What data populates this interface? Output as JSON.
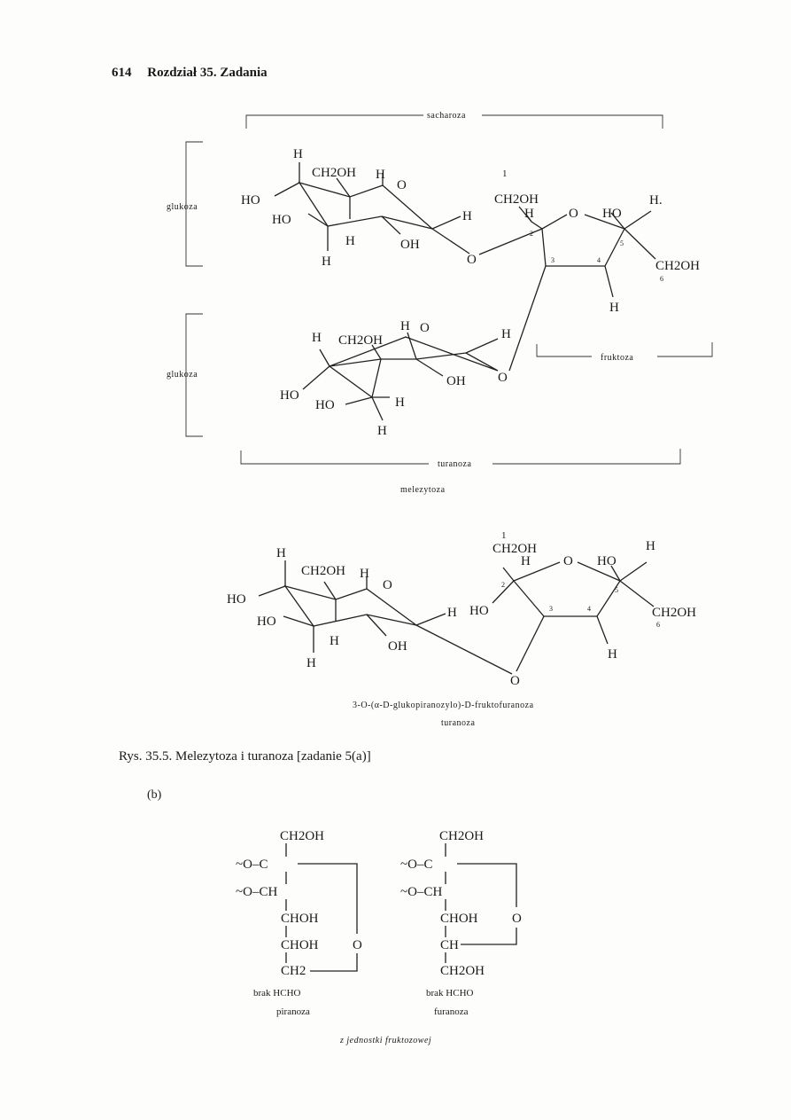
{
  "header": {
    "page_number": "614",
    "chapter": "Rozdział 35. Zadania"
  },
  "fig1": {
    "label_sacharoza": "sacharoza",
    "label_glukoza_top": "glukoza",
    "label_glukoza_bottom": "glukoza",
    "label_fruktoza": "fruktoza",
    "label_turanoza": "turanoza",
    "title": "melezytoza",
    "atoms": {
      "h": "H",
      "ho": "HO",
      "oh": "OH",
      "o": "O",
      "ch2oh": "CH2OH",
      "h_dot": "H.",
      "n1": "1",
      "n2": "2",
      "n3": "3",
      "n4": "4",
      "n5": "5",
      "n6": "6"
    }
  },
  "fig2": {
    "name_line": "3-O-(α-D-glukopiranozylo)-D-fruktofuranoza",
    "title": "turanoza"
  },
  "caption": "Rys. 35.5. Melezytoza i turanoza [zadanie 5(a)]",
  "part_b": {
    "label": "(b)",
    "left": {
      "rows": [
        "CH2OH",
        "~O–C",
        "~O–CH",
        "CHOH",
        "CHOH",
        "CH2"
      ],
      "ring_o": "O",
      "missing": "brak HCHO",
      "name": "piranoza"
    },
    "right": {
      "rows": [
        "CH2OH",
        "~O–C",
        "~O–CH",
        "CHOH",
        "CH",
        "CH2OH"
      ],
      "ring_o": "O",
      "missing": "brak HCHO",
      "name": "furanoza"
    },
    "footer": "z jednostki fruktozowej"
  }
}
